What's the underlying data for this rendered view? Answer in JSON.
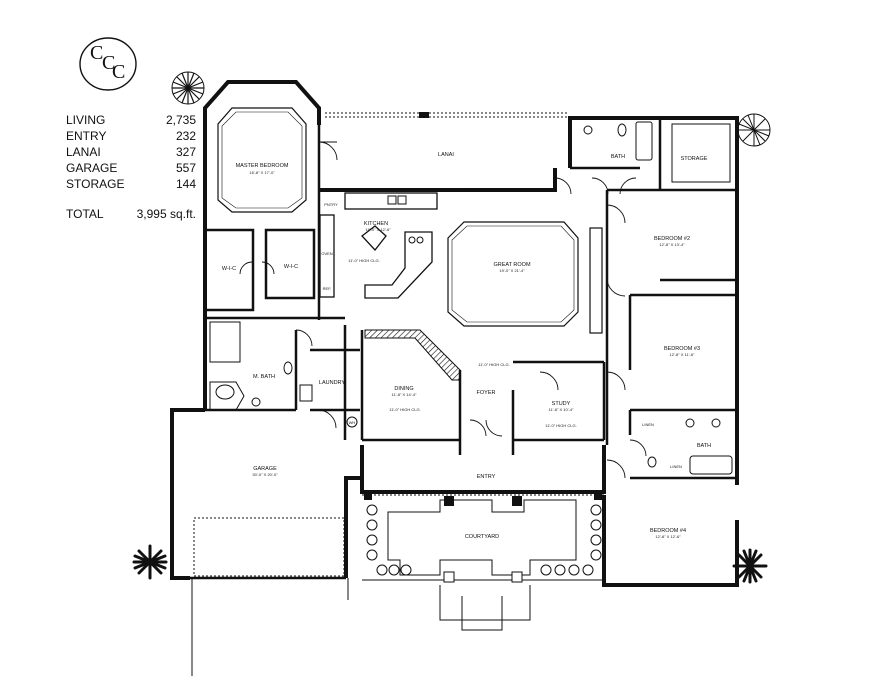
{
  "logo": {
    "letters": [
      "C",
      "C",
      "C"
    ]
  },
  "stats": {
    "rows": [
      {
        "label": "LIVING",
        "value": "2,735"
      },
      {
        "label": "ENTRY",
        "value": "232"
      },
      {
        "label": "LANAI",
        "value": "327"
      },
      {
        "label": "GARAGE",
        "value": "557"
      },
      {
        "label": "STORAGE",
        "value": "144"
      }
    ],
    "total": {
      "label": "TOTAL",
      "value": "3,995 sq.ft."
    }
  },
  "rooms": {
    "master_bedroom": {
      "name": "MASTER BEDROOM",
      "dims": "16'-8\" X 17'-0\""
    },
    "lanai": {
      "name": "LANAI"
    },
    "bath_top": {
      "name": "BATH"
    },
    "storage": {
      "name": "STORAGE"
    },
    "pantry": {
      "name": "PNTRY"
    },
    "kitchen": {
      "name": "KITCHEN",
      "dims": "16'-0\" X 12'-6\""
    },
    "kitchen_ceiling": {
      "note": "11'-0\" HIGH CLG."
    },
    "oven": {
      "name": "OVEN"
    },
    "ref": {
      "name": "REF."
    },
    "wic_left": {
      "name": "W-I-C"
    },
    "wic_right": {
      "name": "W-I-C"
    },
    "great_room": {
      "name": "GREAT ROOM",
      "dims": "19'-0\" X 21'-4\""
    },
    "bedroom2": {
      "name": "BEDROOM #2",
      "dims": "12'-8\" X 13'-4\""
    },
    "bedroom3": {
      "name": "BEDROOM #3",
      "dims": "12'-8\" X 11'-6\""
    },
    "m_bath": {
      "name": "M. BATH"
    },
    "laundry": {
      "name": "LAUNDRY"
    },
    "dining": {
      "name": "DINING",
      "dims": "11'-8\" X 14'-4\"",
      "note": "11'-0\" HIGH CLG."
    },
    "foyer": {
      "name": "FOYER",
      "note": "11'-0\" HIGH CLG."
    },
    "study": {
      "name": "STUDY",
      "dims": "11'-8\" X 10'-4\"",
      "note": "11'-0\" HIGH CLG."
    },
    "linen_top": {
      "name": "LINEN"
    },
    "bath_right": {
      "name": "BATH"
    },
    "linen_bottom": {
      "name": "LINEN"
    },
    "garage": {
      "name": "GARAGE",
      "dims": "30'-0\" X 20'-0\""
    },
    "entry": {
      "name": "ENTRY"
    },
    "courtyard": {
      "name": "COURTYARD"
    },
    "bedroom4": {
      "name": "BEDROOM #4",
      "dims": "12'-8\" X 12'-6\""
    },
    "wh": {
      "name": "WH"
    }
  }
}
